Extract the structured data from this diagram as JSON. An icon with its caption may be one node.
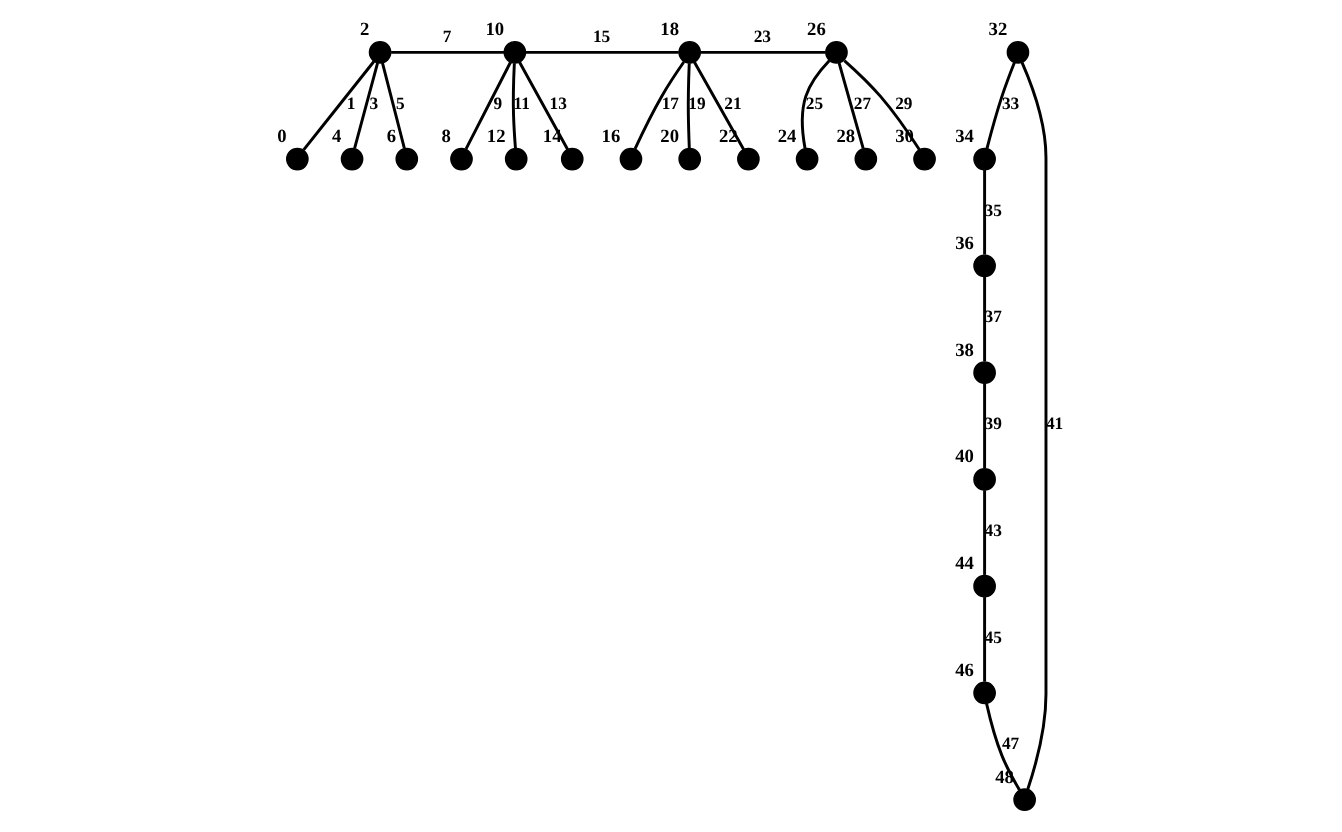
{
  "diagram": {
    "nodes": [
      {
        "text": [],
        "shape": "circle",
        "beside": [
          "2"
        ]
      },
      {
        "text": [],
        "shape": "circle",
        "beside": [
          "10"
        ]
      },
      {
        "text": [],
        "shape": "circle",
        "beside": [
          "18"
        ]
      },
      {
        "text": [],
        "shape": "circle",
        "beside": [
          "26"
        ]
      },
      {
        "text": [],
        "shape": "circle",
        "beside": [
          "0"
        ]
      },
      {
        "text": [],
        "shape": "circle",
        "beside": [
          "4"
        ]
      },
      {
        "text": [],
        "shape": "circle",
        "beside": [
          "6"
        ]
      },
      {
        "text": [],
        "shape": "circle",
        "beside": [
          "8"
        ]
      },
      {
        "text": [],
        "shape": "circle",
        "beside": [
          "12"
        ]
      },
      {
        "text": [],
        "shape": "circle",
        "beside": [
          "14"
        ]
      },
      {
        "text": [],
        "shape": "circle",
        "beside": [
          "16"
        ]
      },
      {
        "text": [],
        "shape": "circle",
        "beside": [
          "20"
        ]
      },
      {
        "text": [],
        "shape": "circle",
        "beside": [
          "22"
        ]
      },
      {
        "text": [],
        "shape": "circle",
        "beside": [
          "24"
        ]
      },
      {
        "text": [],
        "shape": "circle",
        "beside": [
          "28"
        ]
      },
      {
        "text": [],
        "shape": "circle",
        "beside": [
          "30"
        ]
      },
      {
        "text": [],
        "shape": "circle",
        "beside": [
          "32"
        ]
      },
      {
        "text": [],
        "shape": "circle",
        "beside": [
          "48"
        ]
      },
      {
        "text": [],
        "shape": "circle",
        "beside": [
          "34"
        ]
      },
      {
        "text": [],
        "shape": "circle",
        "beside": [
          "36"
        ]
      },
      {
        "text": [],
        "shape": "circle",
        "beside": [
          "46"
        ]
      },
      {
        "text": [],
        "shape": "circle",
        "beside": [
          "38"
        ]
      },
      {
        "text": [],
        "shape": "circle",
        "beside": [
          "44"
        ]
      },
      {
        "text": [],
        "shape": "circle",
        "beside": [
          "40"
        ]
      }
    ],
    "edges": [
      {
        "from": 0,
        "to": 4,
        "arrow": "none",
        "label": "1"
      },
      {
        "from": 0,
        "to": 5,
        "arrow": "none",
        "label": "3"
      },
      {
        "from": 0,
        "to": 6,
        "arrow": "none",
        "label": "5"
      },
      {
        "from": 0,
        "to": 1,
        "arrow": "none",
        "label": "7"
      },
      {
        "from": 1,
        "to": 7,
        "arrow": "none",
        "label": "9"
      },
      {
        "from": 1,
        "to": 8,
        "arrow": "none",
        "label": "11"
      },
      {
        "from": 1,
        "to": 9,
        "arrow": "none",
        "label": "13"
      },
      {
        "from": 1,
        "to": 2,
        "arrow": "none",
        "label": "15"
      },
      {
        "from": 2,
        "to": 10,
        "arrow": "none",
        "label": "17"
      },
      {
        "from": 2,
        "to": 11,
        "arrow": "none",
        "label": "19"
      },
      {
        "from": 2,
        "to": 12,
        "arrow": "none",
        "label": "21"
      },
      {
        "from": 2,
        "to": 3,
        "arrow": "none",
        "label": "23"
      },
      {
        "from": 3,
        "to": 13,
        "arrow": "none",
        "label": "25"
      },
      {
        "from": 3,
        "to": 14,
        "arrow": "none",
        "label": "27"
      },
      {
        "from": 3,
        "to": 15,
        "arrow": "none",
        "label": "29"
      },
      {
        "from": 16,
        "to": 18,
        "arrow": "none",
        "label": "33"
      },
      {
        "from": 18,
        "to": 19,
        "arrow": "none",
        "label": "35"
      },
      {
        "from": 19,
        "to": 21,
        "arrow": "none",
        "label": "37"
      },
      {
        "from": 21,
        "to": 23,
        "arrow": "none",
        "label": "39"
      },
      {
        "from": 17,
        "to": 16,
        "arrow": "none",
        "label": "41"
      },
      {
        "from": 23,
        "to": 22,
        "arrow": "none",
        "label": "43"
      },
      {
        "from": 22,
        "to": 20,
        "arrow": "none",
        "label": "45"
      },
      {
        "from": 20,
        "to": 17,
        "arrow": "none",
        "label": "47"
      }
    ]
  }
}
